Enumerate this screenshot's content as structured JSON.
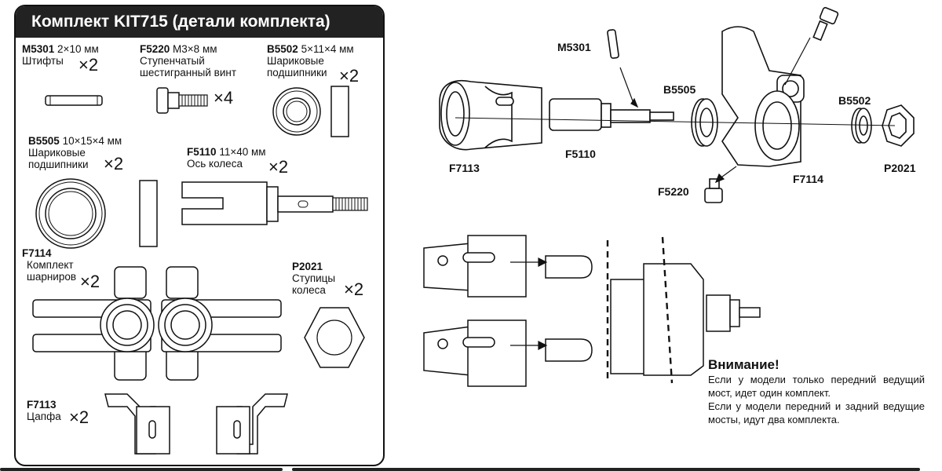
{
  "panel": {
    "title": "Комплект KIT715 (детали комплекта)",
    "parts": [
      {
        "code": "M5301",
        "spec": "2×10 мм",
        "name": "Штифты",
        "qty": "×2"
      },
      {
        "code": "F5220",
        "spec": "M3×8 мм",
        "name1": "Ступенчатый",
        "name2": "шестигранный винт",
        "qty": "×4"
      },
      {
        "code": "B5502",
        "spec": "5×11×4 мм",
        "name1": "Шариковые",
        "name2": "подшипники",
        "qty": "×2"
      },
      {
        "code": "B5505",
        "spec": "10×15×4 мм",
        "name1": "Шариковые",
        "name2": "подшипники",
        "qty": "×2"
      },
      {
        "code": "F5110",
        "spec": "11×40 мм",
        "name": "Ось колеса",
        "qty": "×2"
      },
      {
        "code": "F7114",
        "spec": "",
        "name1": "Комплект",
        "name2": "шарниров",
        "qty": "×2"
      },
      {
        "code": "P2021",
        "spec": "",
        "name1": "Ступицы",
        "name2": "колеса",
        "qty": "×2"
      },
      {
        "code": "F7113",
        "spec": "",
        "name": "Цапфа",
        "qty": "×2"
      }
    ]
  },
  "diagram": {
    "labels": {
      "m5301": "M5301",
      "b5505": "B5505",
      "b5502": "B5502",
      "f7113": "F7113",
      "f5110": "F5110",
      "f7114": "F7114",
      "p2021": "P2021",
      "f5220": "F5220"
    }
  },
  "note": {
    "title": "Внимание!",
    "line1": "Если у модели только передний ведущий мост, идет один комплект.",
    "line2": "Если у модели передний и задний ведущие мосты, идут два комплекта."
  }
}
